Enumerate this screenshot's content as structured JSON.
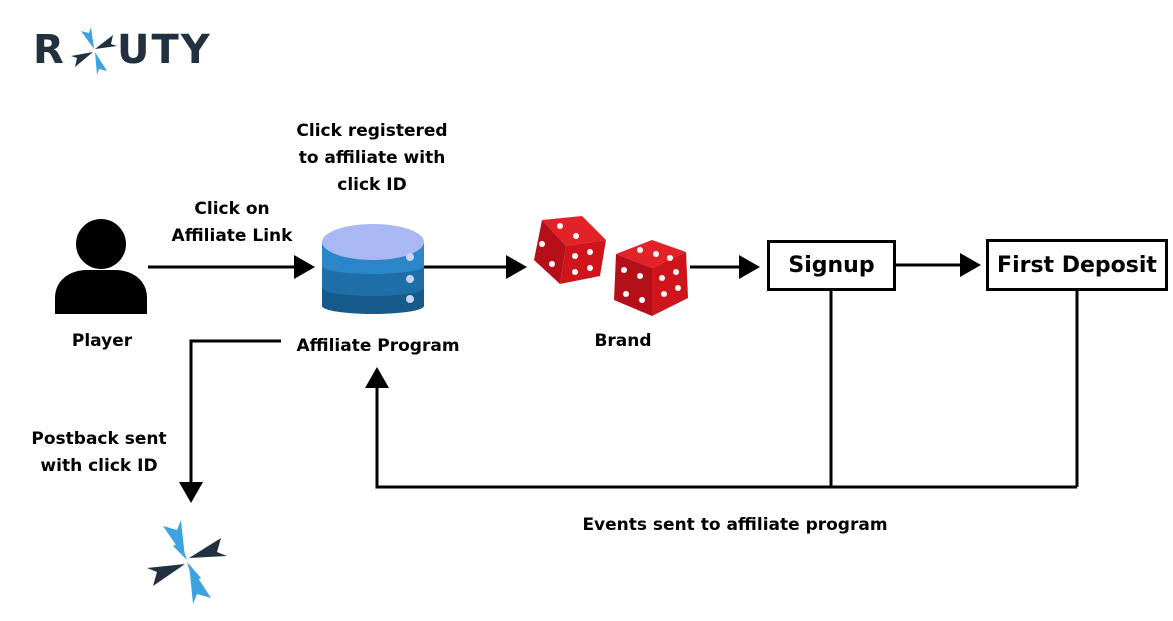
{
  "logo": {
    "text_left": "R",
    "text_right": "UTY"
  },
  "labels": {
    "click_registered": [
      "Click registered",
      "to affiliate with",
      "click ID"
    ],
    "click_on": [
      "Click on",
      "Affiliate Link"
    ],
    "player": "Player",
    "affiliate_program": "Affiliate Program",
    "brand": "Brand",
    "postback": [
      "Postback sent",
      "with click ID"
    ],
    "events": "Events sent to affiliate program"
  },
  "nodes": {
    "signup": "Signup",
    "first_deposit": "First Deposit"
  },
  "colors": {
    "logo_dark": "#22313f",
    "logo_blue": "#3fa2e0",
    "db_top": "#a9b8f2",
    "db_light": "#2a86c8",
    "db_mid": "#1e6fa8",
    "db_dark": "#175b8c",
    "dice_red": "#d0141c"
  }
}
